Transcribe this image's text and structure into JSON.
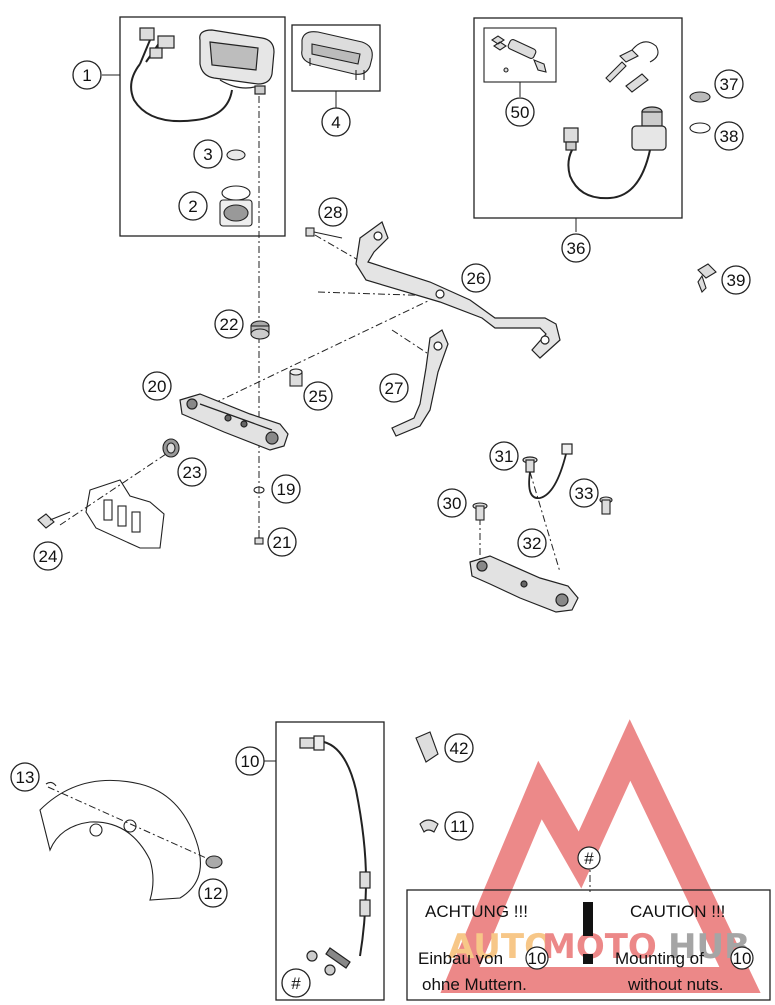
{
  "callouts": [
    "1",
    "2",
    "3",
    "4",
    "50",
    "36",
    "37",
    "38",
    "39",
    "28",
    "26",
    "22",
    "20",
    "25",
    "27",
    "23",
    "19",
    "24",
    "21",
    "31",
    "33",
    "30",
    "32",
    "10",
    "42",
    "13",
    "11",
    "12",
    "#"
  ],
  "caution": {
    "title_de": "ACHTUNG !!!",
    "title_en": "CAUTION !!!",
    "marker": "#",
    "de_line1_prefix": "Einbau von",
    "de_line1_ref": "10",
    "de_line2": "ohne Muttern.",
    "en_line1_prefix": "Mounting of",
    "en_line1_ref": "10",
    "en_line2": "without nuts."
  },
  "watermark": {
    "text_a": "AUTO",
    "text_b": "MOTO",
    "text_c": "HUB",
    "color_red": "#e03a3a",
    "color_orange": "#f2a33a",
    "color_dark": "#6b6b6b"
  },
  "colors": {
    "line": "#222222",
    "part_fill": "#dcdcdc",
    "part_dark": "#555555"
  }
}
